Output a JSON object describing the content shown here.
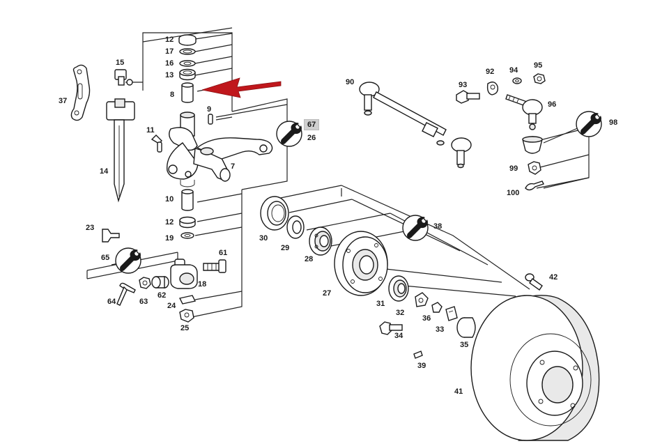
{
  "diagram": {
    "labels": {
      "l12a": "12",
      "l17": "17",
      "l16": "16",
      "l13": "13",
      "l8": "8",
      "l15": "15",
      "l37": "37",
      "l9": "9",
      "l11": "11",
      "l67": "67",
      "l26": "26",
      "l7": "7",
      "l14": "14",
      "l10": "10",
      "l12b": "12",
      "l19": "19",
      "l23": "23",
      "l65": "65",
      "l61": "61",
      "l18": "18",
      "l64": "64",
      "l63": "63",
      "l62": "62",
      "l24": "24",
      "l25": "25",
      "l90": "90",
      "l93": "93",
      "l92": "92",
      "l94": "94",
      "l95": "95",
      "l96": "96",
      "l98": "98",
      "l99": "99",
      "l100": "100",
      "l30": "30",
      "l29": "29",
      "l28": "28",
      "l38": "38",
      "l27": "27",
      "l31": "31",
      "l32": "32",
      "l36": "36",
      "l33": "33",
      "l42": "42",
      "l34": "34",
      "l35": "35",
      "l39": "39",
      "l41": "41"
    },
    "arrow_color": "#c0171c",
    "highlight_label": "67",
    "wrench_icon": "wrench-icon"
  }
}
